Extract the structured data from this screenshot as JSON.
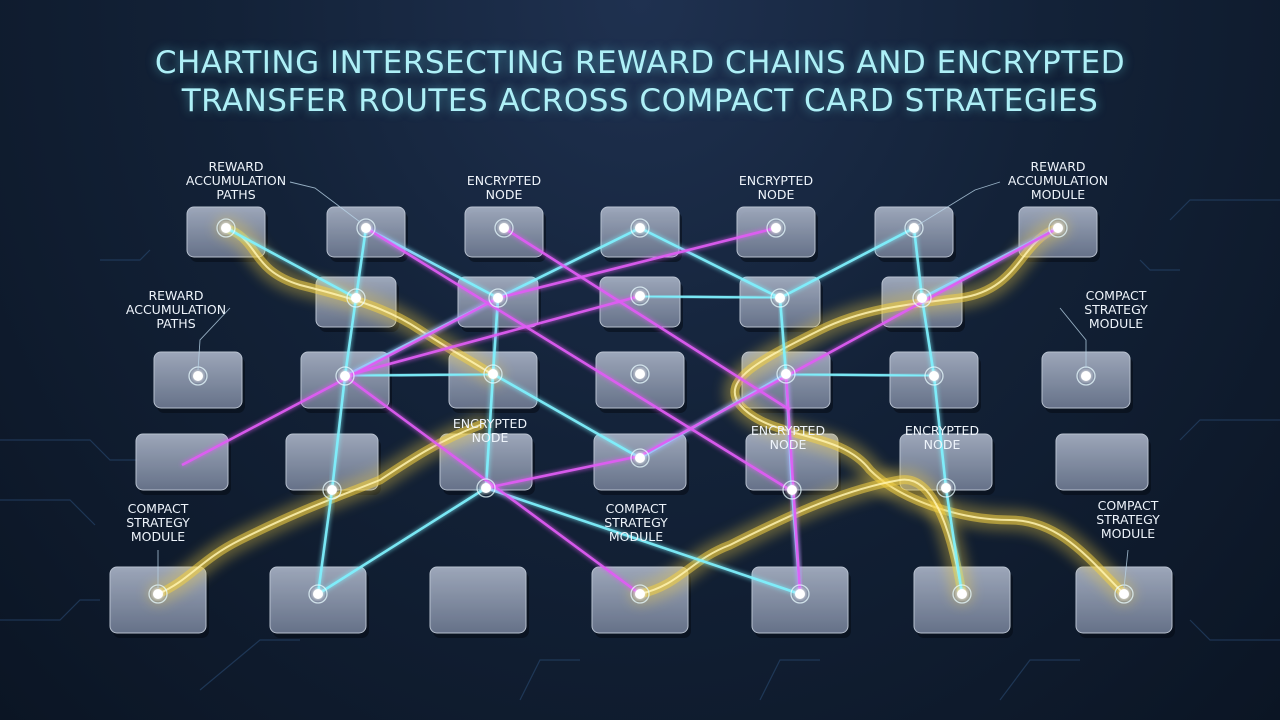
{
  "title": {
    "line1": "CHARTING INTERSECTING REWARD CHAINS AND ENCRYPTED",
    "line2": "TRANSFER ROUTES ACROSS COMPACT CARD STRATEGIES"
  },
  "labels": [
    {
      "id": "l1",
      "lines": [
        "REWARD",
        "ACCUMULATION",
        "PATHS"
      ]
    },
    {
      "id": "l2",
      "lines": [
        "ENCRYPTED",
        "NODE"
      ]
    },
    {
      "id": "l3",
      "lines": [
        "ENCRYPTED",
        "NODE"
      ]
    },
    {
      "id": "l4",
      "lines": [
        "REWARD",
        "ACCUMULATION",
        "MODULE"
      ]
    },
    {
      "id": "l5",
      "lines": [
        "REWARD",
        "ACCUMULATION",
        "PATHS"
      ]
    },
    {
      "id": "l6",
      "lines": [
        "COMPACT",
        "STRATEGY",
        "MODULE"
      ]
    },
    {
      "id": "l7",
      "lines": [
        "ENCRYPTED",
        "NODE"
      ]
    },
    {
      "id": "l8",
      "lines": [
        "ENCRYPTED",
        "NODE"
      ]
    },
    {
      "id": "l9",
      "lines": [
        "ENCRYPTED",
        "NODE"
      ]
    },
    {
      "id": "l10",
      "lines": [
        "COMPACT",
        "STRATEGY",
        "MODULE"
      ]
    },
    {
      "id": "l11",
      "lines": [
        "COMPACT",
        "STRATEGY",
        "MODULE"
      ]
    },
    {
      "id": "l12",
      "lines": [
        "COMPACT",
        "STRATEGY",
        "MODULE"
      ]
    }
  ],
  "colors": {
    "cyan": "#7ff2ff",
    "magenta": "#e15cf5",
    "gold": "#f3cf44",
    "tile": "#8f9ab0"
  }
}
